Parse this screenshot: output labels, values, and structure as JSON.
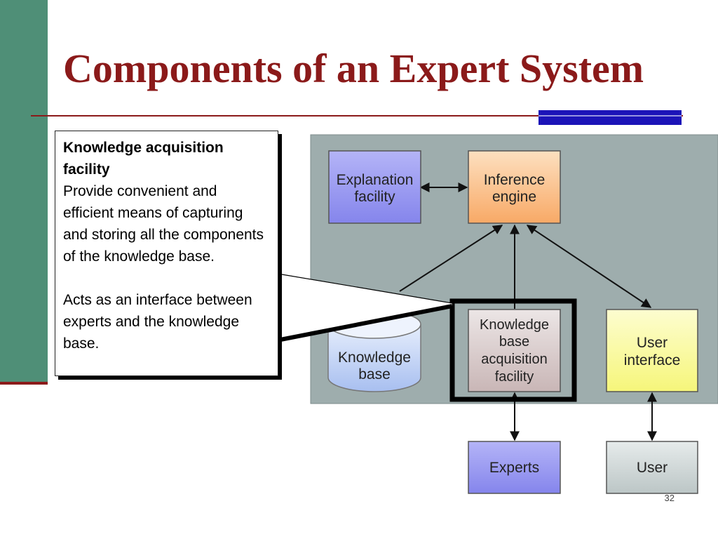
{
  "slide": {
    "title": "Components of an Expert System",
    "slide_number": "32"
  },
  "callout": {
    "term": "Knowledge acquisition facility",
    "description": "Provide convenient and efficient means of capturing and storing all the components of the knowledge base.",
    "note": "Acts as an interface between experts and the knowledge base."
  },
  "diagram": {
    "nodes": {
      "explanation_facility": [
        "Explanation",
        "facility"
      ],
      "inference_engine": [
        "Inference",
        "engine"
      ],
      "knowledge_base": [
        "Knowledge",
        "base"
      ],
      "kb_acquisition_facility": [
        "Knowledge",
        "base",
        "acquisition",
        "facility"
      ],
      "user_interface": [
        "User",
        "interface"
      ],
      "experts": [
        "Experts"
      ],
      "user": [
        "User"
      ]
    },
    "colors": {
      "panel": "#9eadad",
      "explanation_facility": "#8f8ff0",
      "inference_engine": "#fbbd84",
      "knowledge_base": "#c4d4f2",
      "kb_acquisition_facility": "#d8cccc",
      "user_interface": "#fafa99",
      "experts": "#8f8ff0",
      "user": "#cfd6d6",
      "title": "#8b1a1a",
      "accent_bar": "#1c14b8",
      "side_bar": "#4f8f77"
    }
  }
}
